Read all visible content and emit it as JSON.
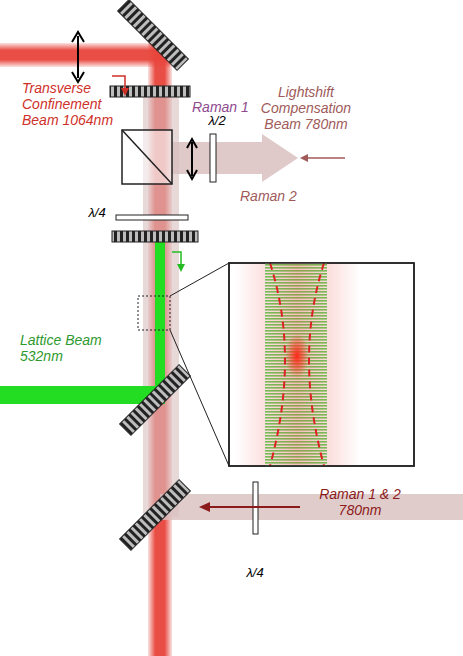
{
  "diagram": {
    "labels": [
      "Transverse Confinement Beam 1064nm",
      "Raman 1",
      "λ/2",
      "Lightshift Compensation Beam 780nm",
      "Raman 2",
      "λ/4",
      "Lattice Beam 532nm",
      "Raman 1 & 2 780nm",
      "λ/4"
    ]
  }
}
